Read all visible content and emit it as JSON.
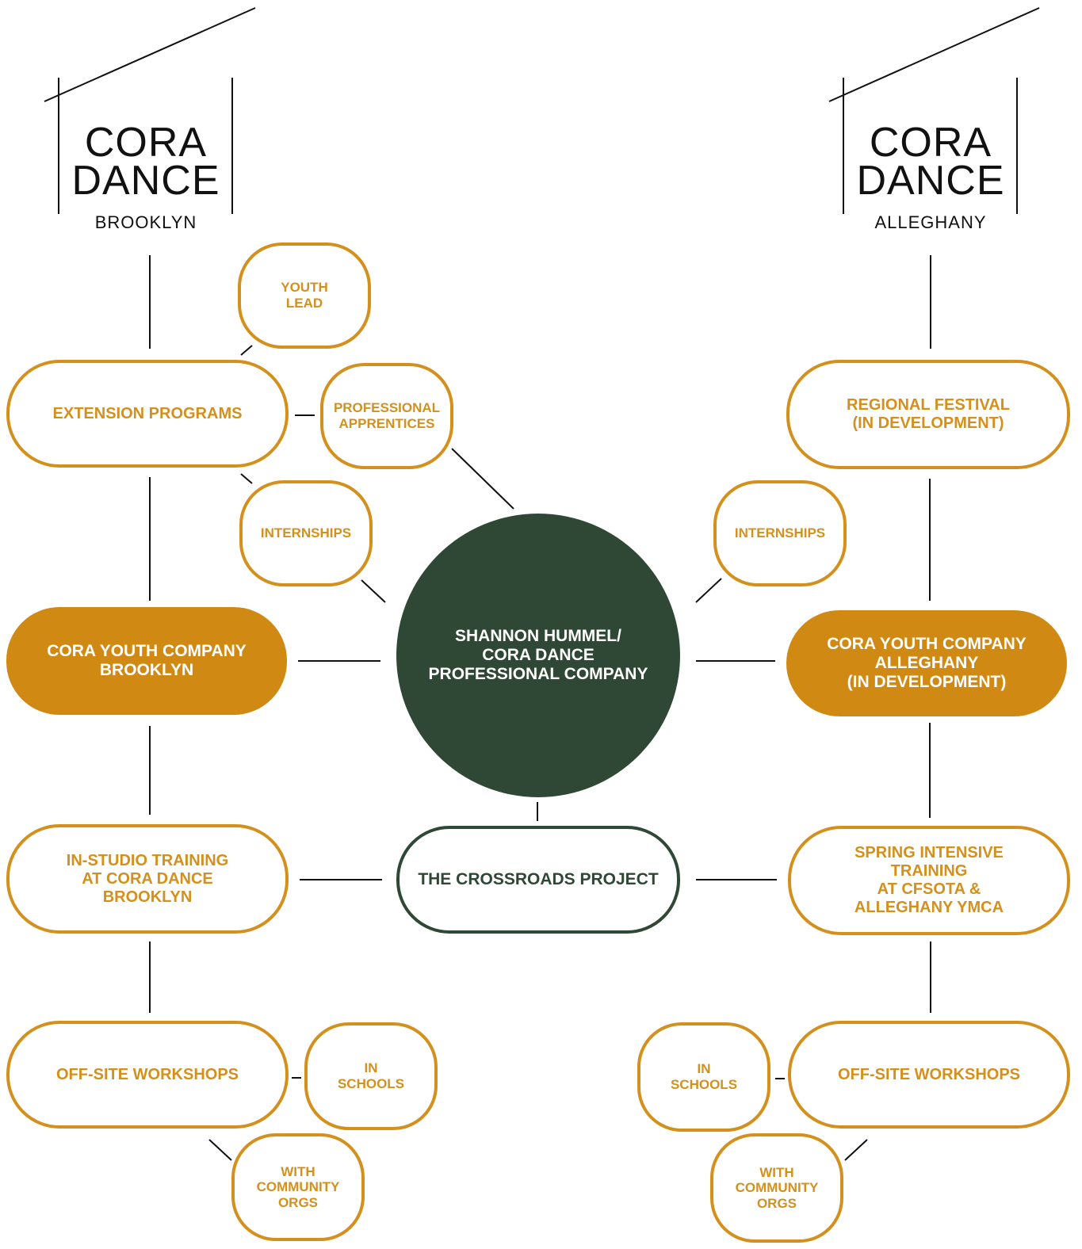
{
  "logos": {
    "left": {
      "line1": "CORA",
      "line2": "DANCE",
      "location": "BROOKLYN"
    },
    "right": {
      "line1": "CORA",
      "line2": "DANCE",
      "location": "ALLEGHANY"
    }
  },
  "center": {
    "label": "SHANNON HUMMEL/\nCORA DANCE\nPROFESSIONAL COMPANY"
  },
  "crossroads": {
    "label": "THE CROSSROADS PROJECT"
  },
  "brooklyn": {
    "extension_programs": "EXTENSION PROGRAMS",
    "youth_lead": "YOUTH\nLEAD",
    "professional_apprentices": "PROFESSIONAL\nAPPRENTICES",
    "internships": "INTERNSHIPS",
    "youth_company": "CORA YOUTH COMPANY\nBROOKLYN",
    "in_studio": "IN-STUDIO TRAINING\nAT CORA DANCE\nBROOKLYN",
    "off_site": "OFF-SITE WORKSHOPS",
    "in_schools": "IN\nSCHOOLS",
    "community": "WITH\nCOMMUNITY\nORGS"
  },
  "alleghany": {
    "regional_festival": "REGIONAL FESTIVAL\n(IN DEVELOPMENT)",
    "internships": "INTERNSHIPS",
    "youth_company": "CORA YOUTH COMPANY\nALLEGHANY\n(IN DEVELOPMENT)",
    "spring_intensive": "SPRING INTENSIVE\nTRAINING\nAT CFSOTA &\nALLEGHANY YMCA",
    "off_site": "OFF-SITE WORKSHOPS",
    "in_schools": "IN\nSCHOOLS",
    "community": "WITH\nCOMMUNITY\nORGS"
  },
  "colors": {
    "gold": "#D4901C",
    "gold_fill": "#D08A14",
    "green": "#2F4735"
  }
}
